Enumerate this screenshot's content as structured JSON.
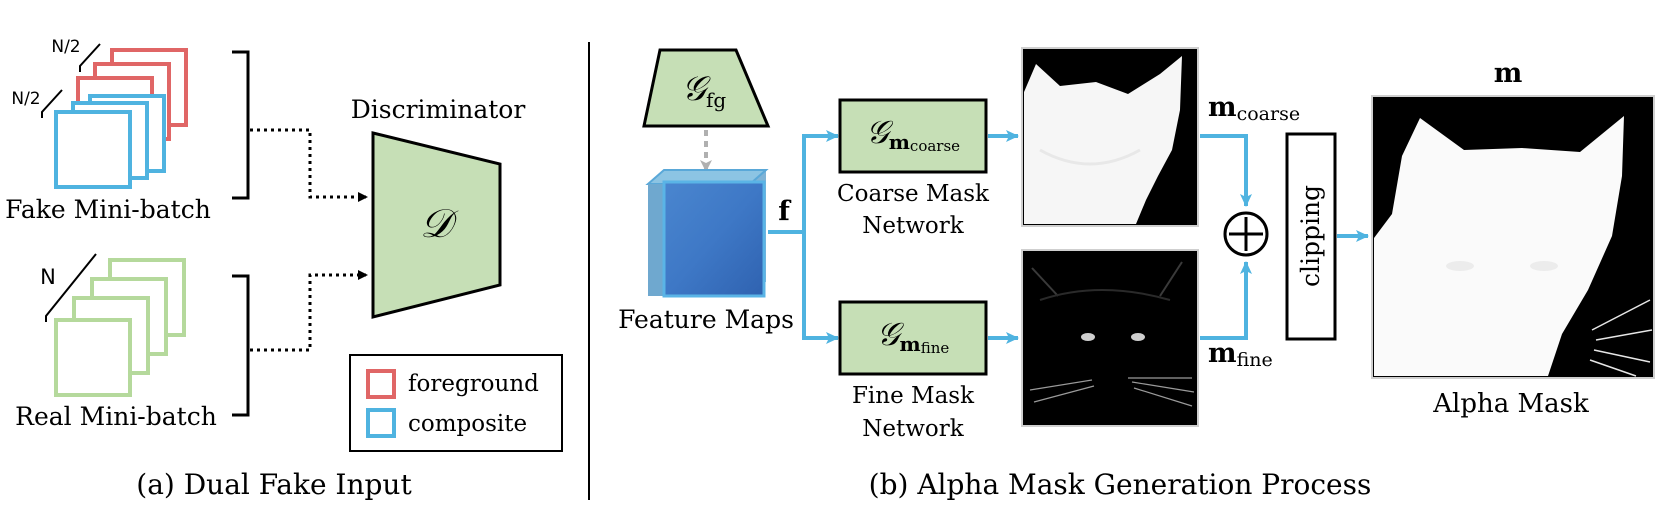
{
  "panel_a": {
    "fake_count_top": "N/2",
    "fake_count_bottom": "N/2",
    "fake_label": "Fake Mini-batch",
    "real_count": "N",
    "real_label": "Real Mini-batch",
    "discriminator_title": "Discriminator",
    "discriminator_symbol": "𝒟",
    "legend": {
      "foreground": "foreground",
      "composite": "composite"
    },
    "caption": "(a) Dual Fake Input"
  },
  "panel_b": {
    "generator_fg_symbol": "𝒢",
    "generator_fg_sub": "fg",
    "feature_label": "Feature Maps",
    "f_symbol": "f",
    "coarse_net_symbol": "𝒢",
    "coarse_net_sub": "m",
    "coarse_net_subsub": "coarse",
    "coarse_net_label_1": "Coarse Mask",
    "coarse_net_label_2": "Network",
    "fine_net_symbol": "𝒢",
    "fine_net_sub": "m",
    "fine_net_subsub": "fine",
    "fine_net_label_1": "Fine Mask",
    "fine_net_label_2": "Network",
    "m_coarse_main": "m",
    "m_coarse_sub": "coarse",
    "m_fine_main": "m",
    "m_fine_sub": "fine",
    "clipping_label": "clipping",
    "m_output": "m",
    "alpha_label": "Alpha Mask",
    "caption": "(b) Alpha Mask Generation Process"
  },
  "colors": {
    "foreground_red": "#e06666",
    "composite_blue": "#4fb3e0",
    "real_green": "#b5d99c",
    "net_fill": "#c6dfb6",
    "arrow_blue": "#4fb3e0",
    "arrow_gray": "#b0b0b0"
  }
}
